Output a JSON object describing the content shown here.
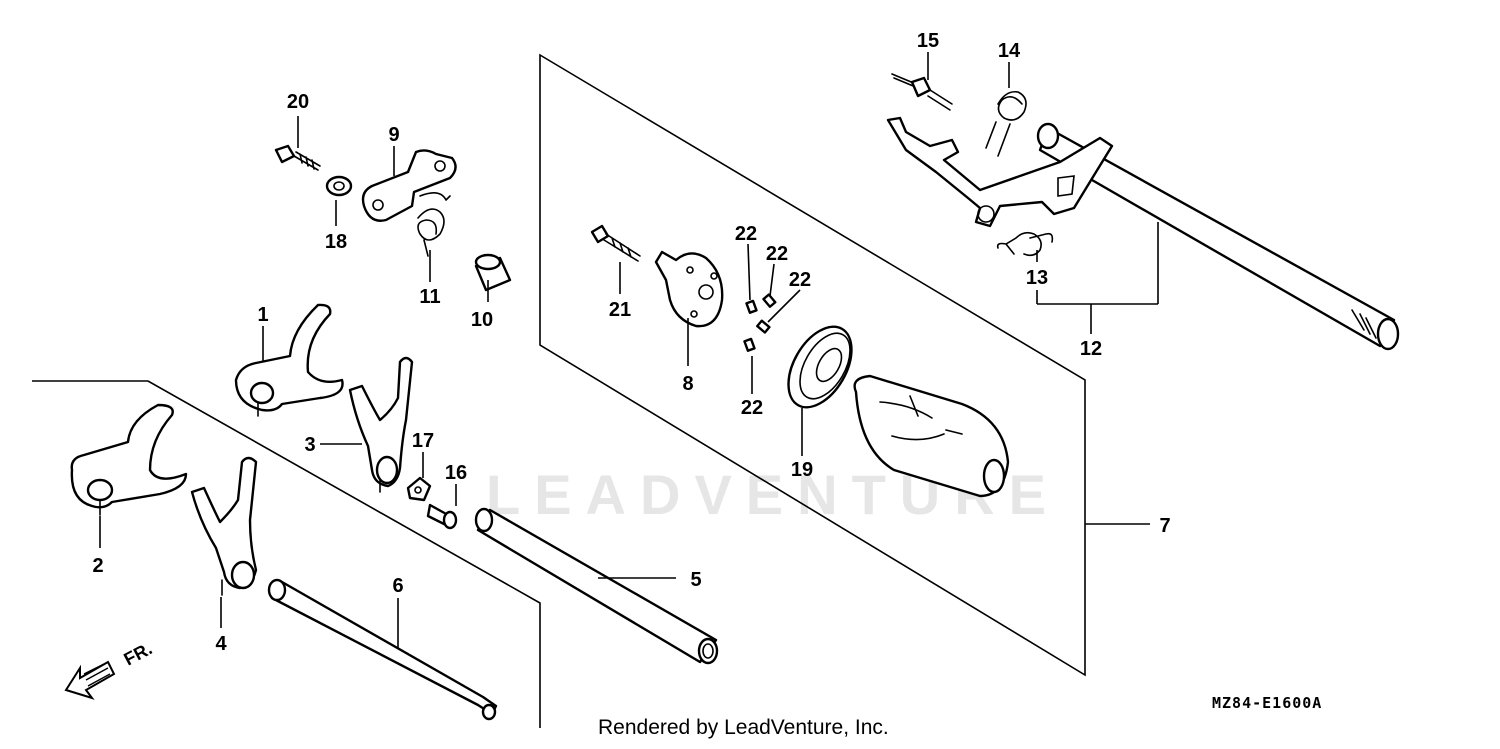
{
  "callouts": {
    "p1": "1",
    "p2": "2",
    "p3": "3",
    "p4": "4",
    "p5": "5",
    "p6": "6",
    "p7": "7",
    "p8": "8",
    "p9": "9",
    "p10": "10",
    "p11": "11",
    "p12": "12",
    "p13": "13",
    "p14": "14",
    "p15": "15",
    "p16": "16",
    "p17": "17",
    "p18": "18",
    "p19": "19",
    "p20": "20",
    "p21": "21",
    "p22a": "22",
    "p22b": "22",
    "p22c": "22",
    "p22d": "22"
  },
  "direction_label": "FR.",
  "diagram_code": "MZ84-E1600A",
  "credit": "Rendered by LeadVenture, Inc.",
  "watermark": "LEADVENTURE",
  "colors": {
    "line": "#000000",
    "background": "#ffffff",
    "watermark": "#e6e6e6"
  }
}
